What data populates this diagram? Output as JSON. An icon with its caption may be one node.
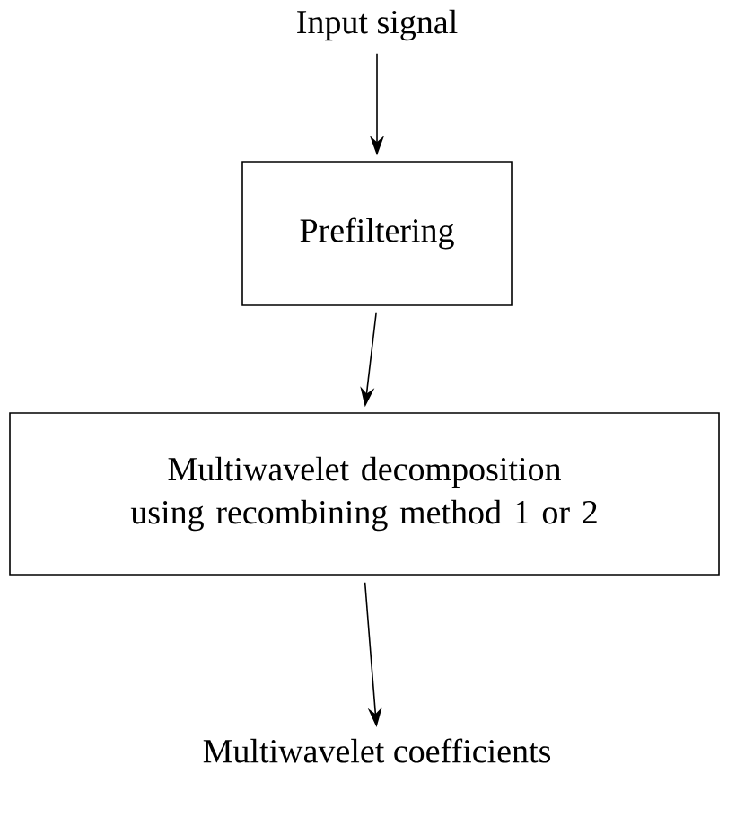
{
  "diagram": {
    "nodes": [
      {
        "text": [
          "Input signal"
        ]
      },
      {
        "text": [
          "Prefiltering"
        ]
      },
      {
        "text": [
          "Multiwavelet decomposition using recombining method 1 or 2"
        ]
      },
      {
        "text": [
          "Multiwavelet coefficients"
        ]
      }
    ],
    "edges": [
      {
        "from": 0,
        "to": 1,
        "arrow": "to"
      },
      {
        "from": 1,
        "to": 2,
        "arrow": "to"
      },
      {
        "from": 2,
        "to": 3,
        "arrow": "to"
      }
    ]
  }
}
